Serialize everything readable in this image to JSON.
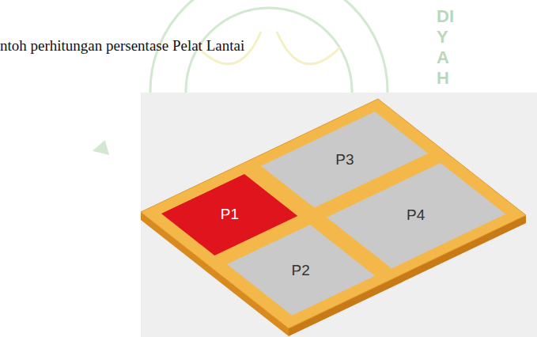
{
  "diagram": {
    "title": "ntoh perhitungan persentase Pelat Lantai",
    "nodes": [
      {
        "text": [
          "P3"
        ]
      },
      {
        "text": [
          "P1"
        ]
      },
      {
        "text": [
          "P4"
        ]
      },
      {
        "text": [
          "P2"
        ]
      }
    ],
    "labels": [
      "DIYAH"
    ]
  }
}
